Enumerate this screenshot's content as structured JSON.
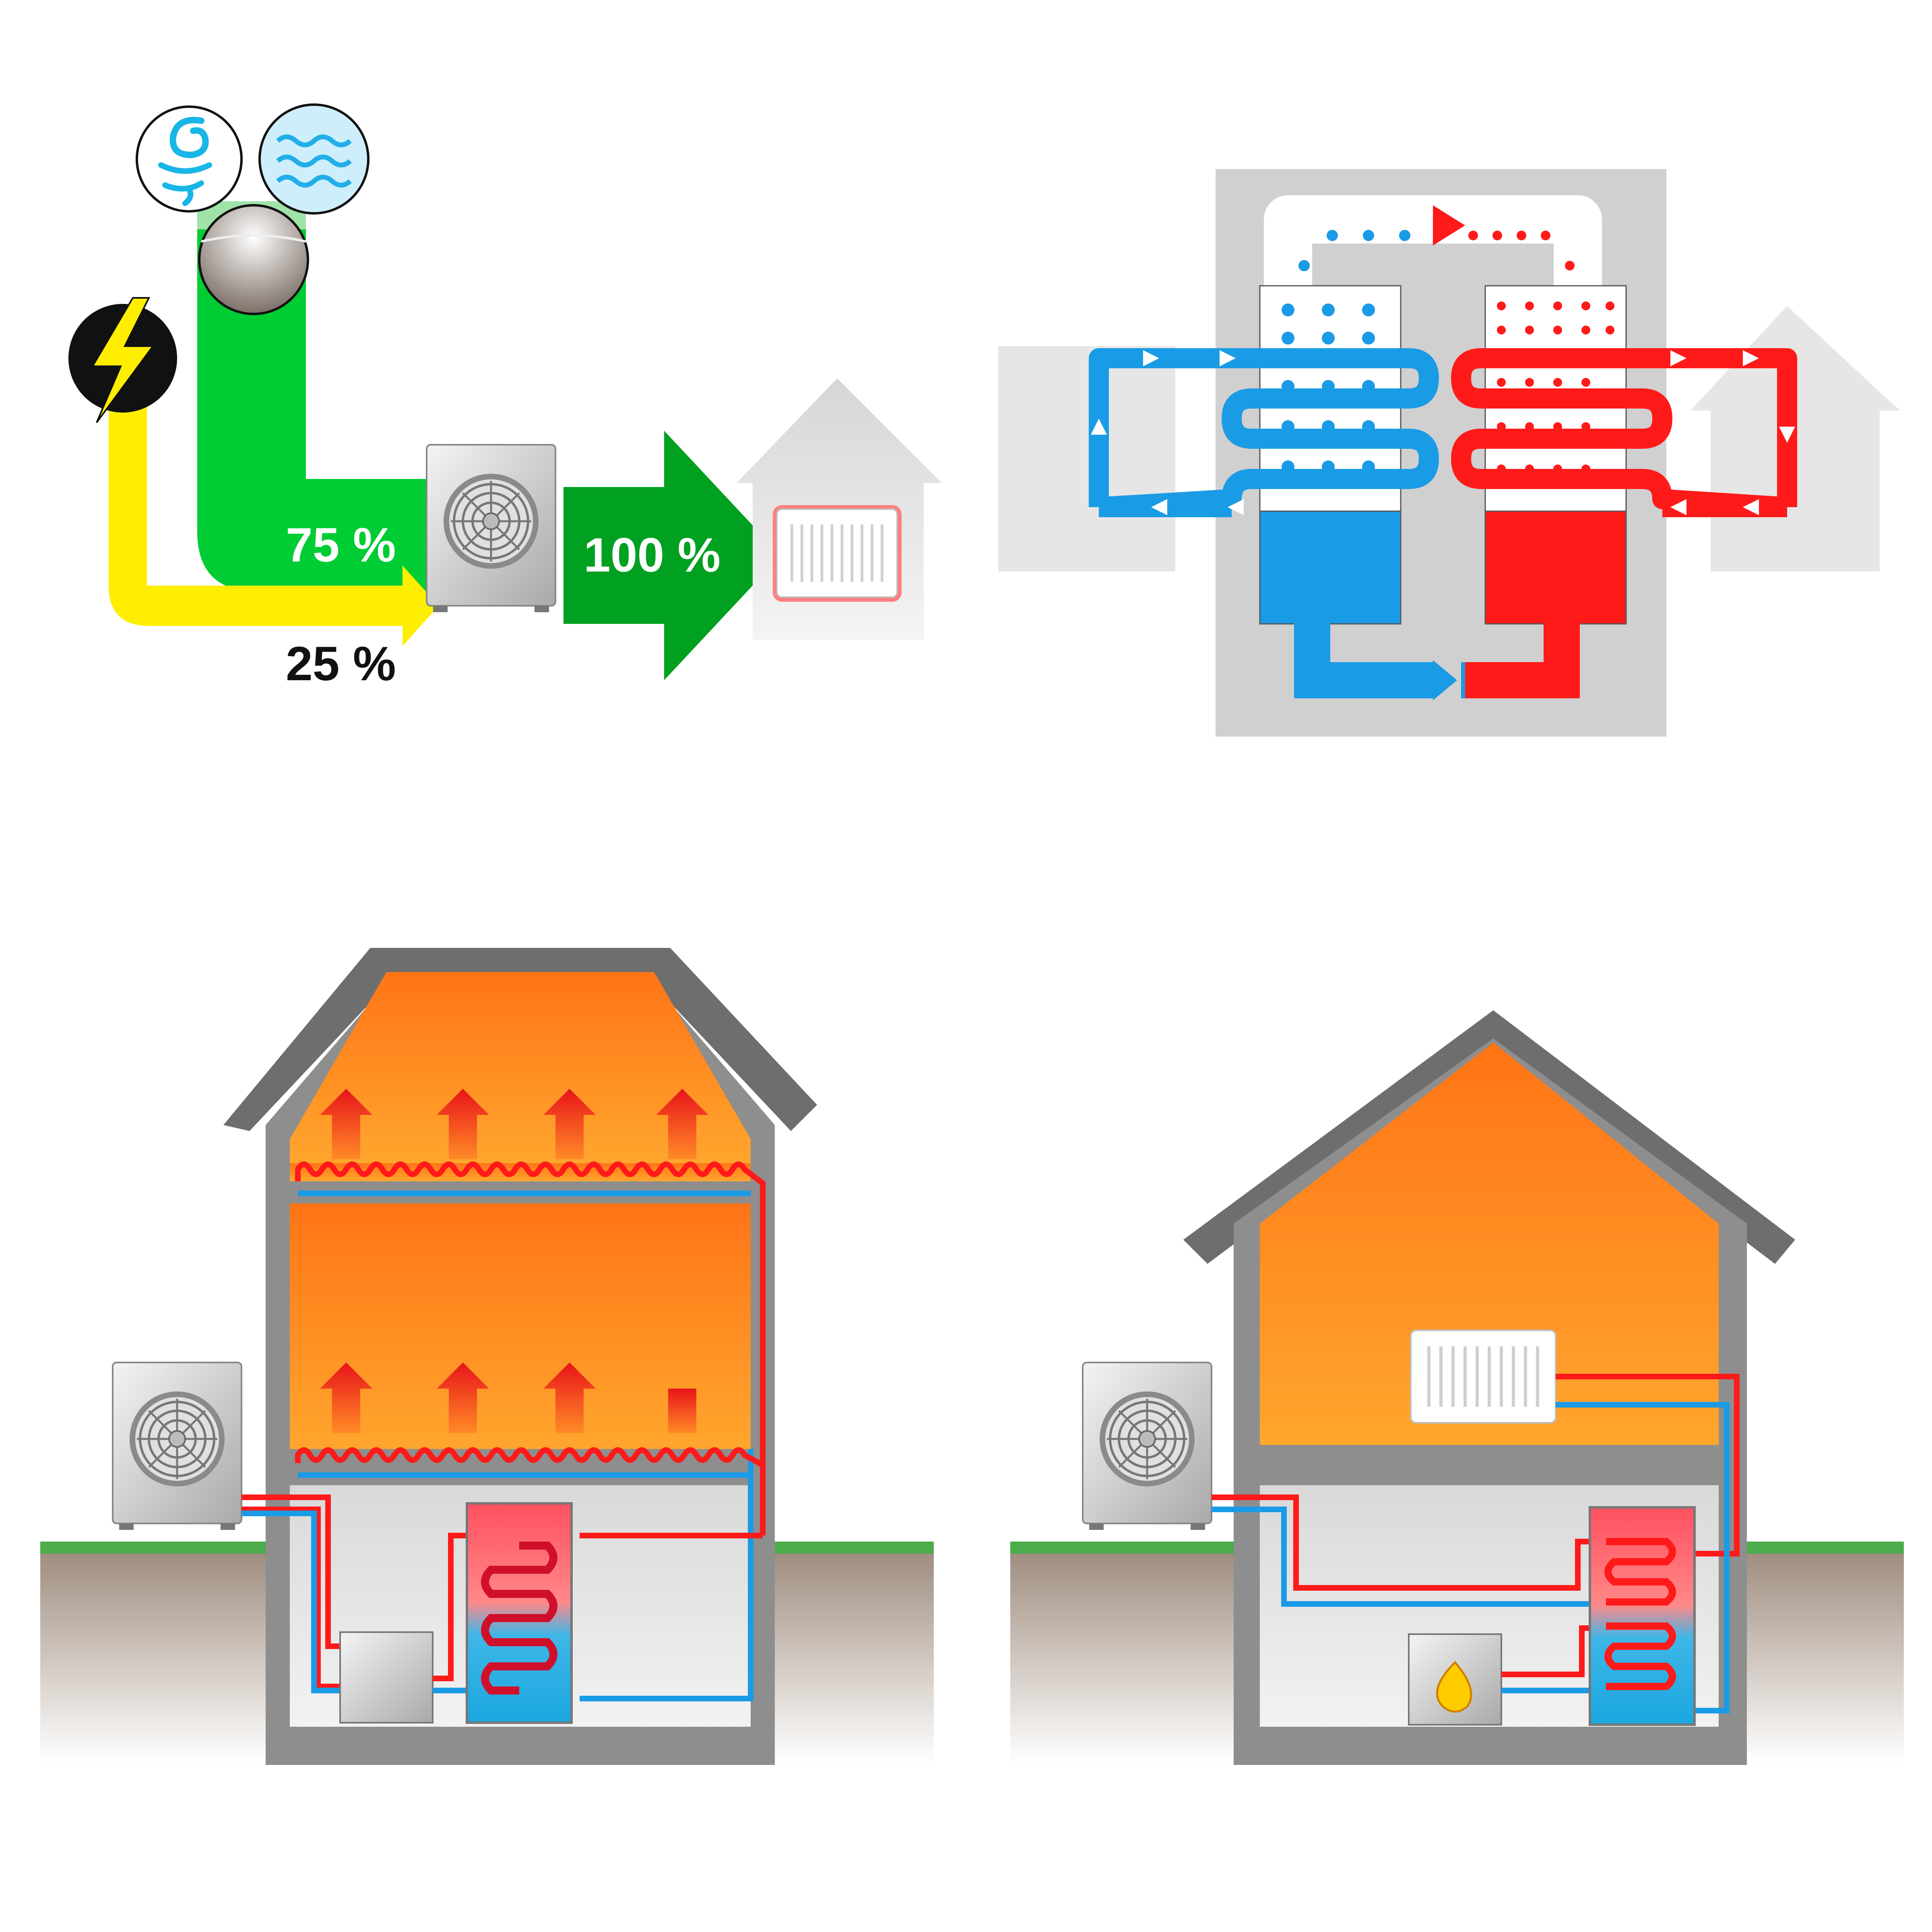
{
  "energy_flow": {
    "environment_share": "75 %",
    "electricity_share": "25 %",
    "heat_output": "100 %",
    "colors": {
      "environment": "#00cc33",
      "electricity": "#ffee00",
      "output": "#00a020"
    },
    "sources": [
      "air-swirl-icon",
      "water-waves-icon",
      "ground-icon",
      "lightning-icon"
    ]
  },
  "refrigerant_cycle": {
    "colors": {
      "cold": "#1a9be6",
      "hot": "#ff1a1a",
      "panel": "#cfcfcf"
    }
  },
  "house_underfloor": {
    "colors": {
      "room": "#ff8a26",
      "wall": "#8e8e8e",
      "ground": "#a89a8d",
      "grass": "#4cad4c"
    }
  },
  "house_radiator": {
    "colors": {
      "room": "#ff8a26",
      "flame": "#ffcc00"
    }
  }
}
